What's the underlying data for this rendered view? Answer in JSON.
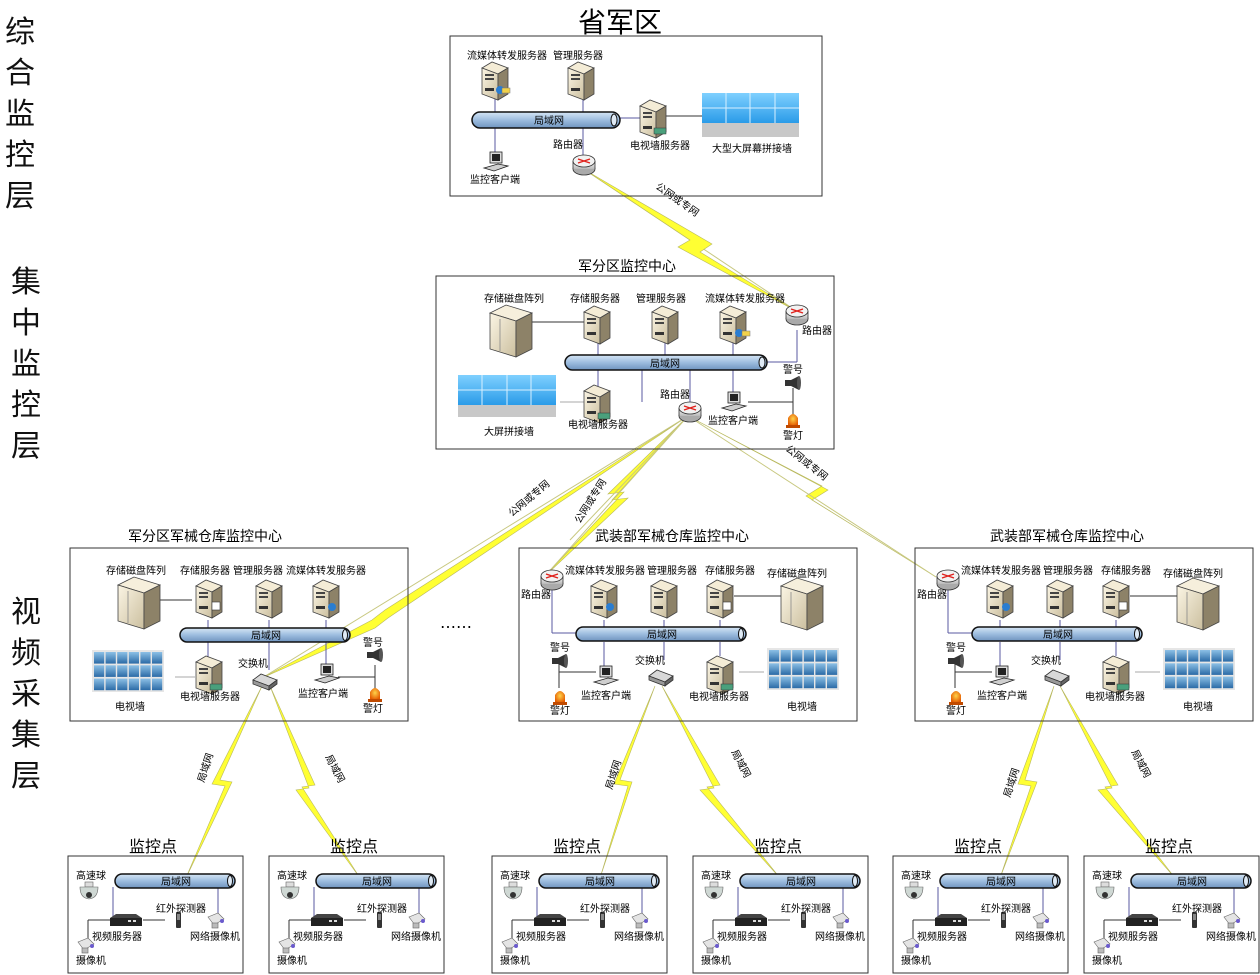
{
  "layers": [
    {
      "id": "comprehensive",
      "label": "综合监控层",
      "chars": [
        "综",
        "合",
        "监",
        "控",
        "层"
      ]
    },
    {
      "id": "centralized",
      "label": "集中监控层",
      "chars": [
        "集",
        "中",
        "监",
        "控",
        "层"
      ]
    },
    {
      "id": "collection",
      "label": "视频采集层",
      "chars": [
        "视",
        "频",
        "采",
        "集",
        "层"
      ]
    }
  ],
  "colors": {
    "lightning": "#ffff33",
    "lightning_edge": "#b8b860",
    "lan_fill": "#a9c6e4",
    "lan_edge": "#111111",
    "border": "#333333",
    "link": "#5a5aa0"
  },
  "province": {
    "title": "省军区",
    "lan": "局域网",
    "stream_server": "流媒体转发服务器",
    "mgmt_server": "管理服务器",
    "tv_wall_server": "电视墙服务器",
    "big_screen": "大型大屏幕拼接墙",
    "router": "路由器",
    "client": "监控客户端"
  },
  "links": {
    "wan": "公网或专网",
    "lan": "局域网"
  },
  "subdistrict": {
    "title": "军分区监控中心",
    "lan": "局域网",
    "disk_array": "存储磁盘阵列",
    "storage_server": "存储服务器",
    "mgmt_server": "管理服务器",
    "stream_server": "流媒体转发服务器",
    "router_top": "路由器",
    "router_bottom": "路由器",
    "big_screen": "大屏拼接墙",
    "tv_wall_server": "电视墙服务器",
    "client": "监控客户端",
    "siren": "警号",
    "alarm_light": "警灯"
  },
  "centers": [
    {
      "title": "军分区军械仓库监控中心",
      "lan": "局域网",
      "disk_array": "存储磁盘阵列",
      "storage_server": "存储服务器",
      "mgmt_server": "管理服务器",
      "stream_server": "流媒体转发服务器",
      "tv_wall": "电视墙",
      "tv_wall_server": "电视墙服务器",
      "switch": "交换机",
      "client": "监控客户端",
      "siren": "警号",
      "alarm_light": "警灯"
    },
    {
      "title": "武装部军械仓库监控中心",
      "lan": "局域网",
      "router": "路由器",
      "stream_server": "流媒体转发服务器",
      "mgmt_server": "管理服务器",
      "storage_server": "存储服务器",
      "disk_array": "存储磁盘阵列",
      "siren": "警号",
      "alarm_light": "警灯",
      "client": "监控客户端",
      "switch": "交换机",
      "tv_wall_server": "电视墙服务器",
      "tv_wall": "电视墙"
    },
    {
      "title": "武装部军械仓库监控中心",
      "lan": "局域网",
      "router": "路由器",
      "stream_server": "流媒体转发服务器",
      "mgmt_server": "管理服务器",
      "storage_server": "存储服务器",
      "disk_array": "存储磁盘阵列",
      "siren": "警号",
      "alarm_light": "警灯",
      "client": "监控客户端",
      "switch": "交换机",
      "tv_wall_server": "电视墙服务器",
      "tv_wall": "电视墙"
    }
  ],
  "ellipsis": "……",
  "monitor_points": [
    {
      "title": "监控点",
      "lan": "局域网",
      "dome": "高速球",
      "video_server": "视频服务器",
      "ir_detector": "红外探测器",
      "ip_camera": "网络摄像机",
      "camera": "摄像机"
    },
    {
      "title": "监控点",
      "lan": "局域网",
      "dome": "高速球",
      "video_server": "视频服务器",
      "ir_detector": "红外探测器",
      "ip_camera": "网络摄像机",
      "camera": "摄像机"
    },
    {
      "title": "监控点",
      "lan": "局域网",
      "dome": "高速球",
      "video_server": "视频服务器",
      "ir_detector": "红外探测器",
      "ip_camera": "网络摄像机",
      "camera": "摄像机"
    },
    {
      "title": "监控点",
      "lan": "局域网",
      "dome": "高速球",
      "video_server": "视频服务器",
      "ir_detector": "红外探测器",
      "ip_camera": "网络摄像机",
      "camera": "摄像机"
    },
    {
      "title": "监控点",
      "lan": "局域网",
      "dome": "高速球",
      "video_server": "视频服务器",
      "ir_detector": "红外探测器",
      "ip_camera": "网络摄像机",
      "camera": "摄像机"
    },
    {
      "title": "监控点",
      "lan": "局域网",
      "dome": "高速球",
      "video_server": "视频服务器",
      "ir_detector": "红外探测器",
      "ip_camera": "网络摄像机",
      "camera": "摄像机"
    }
  ]
}
